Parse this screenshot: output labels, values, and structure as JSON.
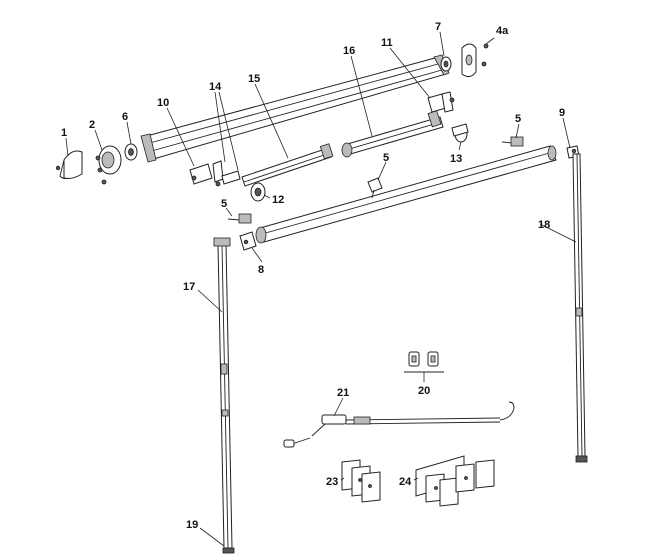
{
  "callouts": [
    {
      "id": "c1",
      "text": "1"
    },
    {
      "id": "c2",
      "text": "2"
    },
    {
      "id": "c6",
      "text": "6"
    },
    {
      "id": "c10",
      "text": "10"
    },
    {
      "id": "c14",
      "text": "14"
    },
    {
      "id": "c15",
      "text": "15"
    },
    {
      "id": "c16",
      "text": "16"
    },
    {
      "id": "c11",
      "text": "11"
    },
    {
      "id": "c7",
      "text": "7"
    },
    {
      "id": "c4a",
      "text": "4a"
    },
    {
      "id": "c5a",
      "text": "5"
    },
    {
      "id": "c9",
      "text": "9"
    },
    {
      "id": "c13",
      "text": "13"
    },
    {
      "id": "c5b",
      "text": "5"
    },
    {
      "id": "c12",
      "text": "12"
    },
    {
      "id": "c5c",
      "text": "5"
    },
    {
      "id": "c8",
      "text": "8"
    },
    {
      "id": "c18",
      "text": "18"
    },
    {
      "id": "c17",
      "text": "17"
    },
    {
      "id": "c20",
      "text": "20"
    },
    {
      "id": "c21",
      "text": "21"
    },
    {
      "id": "c23",
      "text": "23"
    },
    {
      "id": "c24",
      "text": "24"
    },
    {
      "id": "c19",
      "text": "19"
    }
  ]
}
